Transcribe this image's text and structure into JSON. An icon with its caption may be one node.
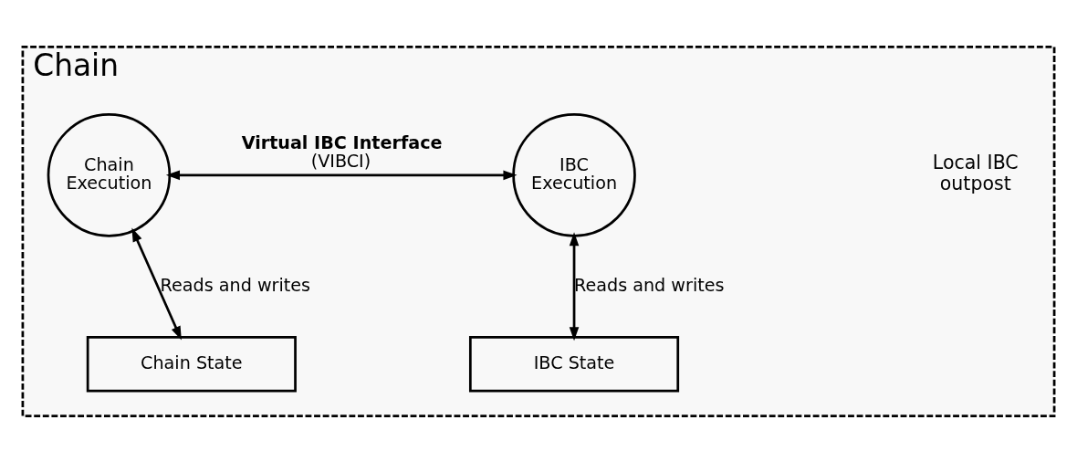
{
  "diagram": {
    "nodes": [
      {
        "text": [
          "Chain"
        ]
      },
      {
        "text": [
          "Chain Execution"
        ],
        "in": 0
      },
      {
        "text": [
          "IBC Execution"
        ],
        "in": 0
      },
      {
        "text": [
          "Chain State"
        ],
        "in": 0
      },
      {
        "text": [
          "IBC State"
        ],
        "in": 0
      }
    ],
    "edges": [
      {
        "from": 1,
        "to": 2,
        "arrow": "both",
        "label": "**Virtual IBC Interface** (VIBCI)"
      },
      {
        "from": 1,
        "to": 3,
        "arrow": "both",
        "label": "Reads and writes"
      },
      {
        "from": 2,
        "to": 4,
        "arrow": "both",
        "label": "Reads and writes"
      }
    ],
    "labels": [
      "Local IBC outpost"
    ]
  }
}
